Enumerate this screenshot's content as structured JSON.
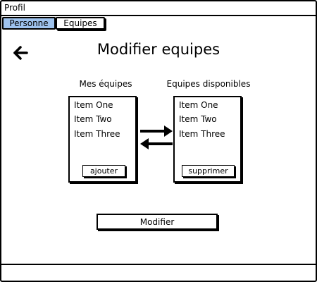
{
  "window": {
    "title": "Profil"
  },
  "tabs": [
    {
      "label": "Personne",
      "active": true
    },
    {
      "label": "Equipes",
      "active": false
    }
  ],
  "header": {
    "back_icon": "arrow-left-icon",
    "title": "Modifier equipes"
  },
  "left_list": {
    "label": "Mes équipes",
    "items": [
      "Item One",
      "Item Two",
      "Item Three"
    ],
    "button_label": "ajouter"
  },
  "right_list": {
    "label": "Equipes disponibles",
    "items": [
      "Item One",
      "Item Two",
      "Item Three"
    ],
    "button_label": "supprimer"
  },
  "transfer_icon": "swap-arrows-icon",
  "submit": {
    "label": "Modifier"
  },
  "colors": {
    "active_tab": "#9fc3ee",
    "border": "#000000"
  }
}
